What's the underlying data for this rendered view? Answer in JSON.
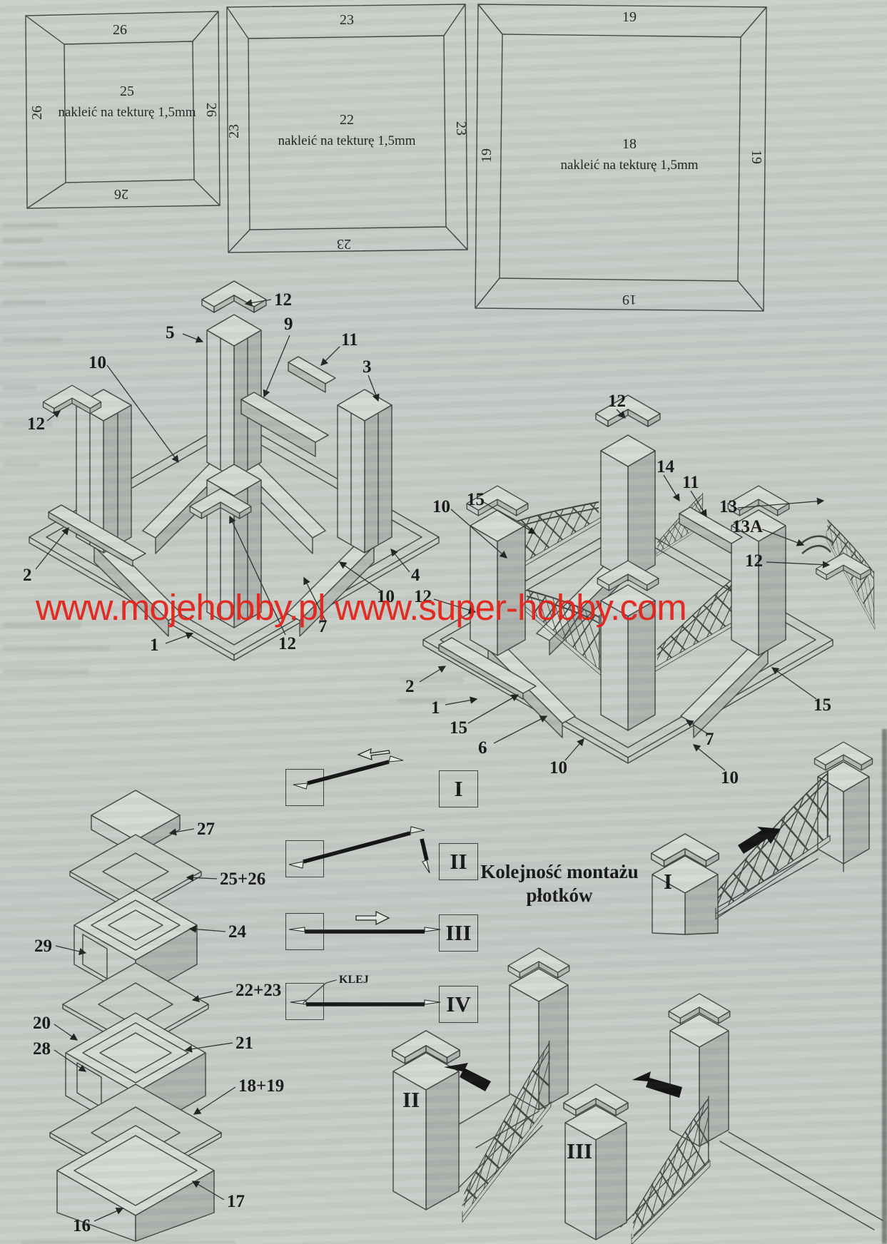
{
  "watermark": {
    "text": "www.mojehobby.pl www.super-hobby.com",
    "color": "#e2241a"
  },
  "frames": {
    "note": "nakleić na tekturę 1,5mm",
    "items": [
      {
        "part": "25",
        "side": "26"
      },
      {
        "part": "22",
        "side": "23"
      },
      {
        "part": "18",
        "side": "19"
      }
    ]
  },
  "posts_diagram": {
    "labels": [
      "12",
      "5",
      "9",
      "11",
      "3",
      "10",
      "12",
      "2",
      "1",
      "12",
      "7",
      "4",
      "10"
    ]
  },
  "fence_diagram": {
    "labels": [
      "12",
      "14",
      "11",
      "13",
      "13A",
      "12",
      "10",
      "15",
      "12",
      "2",
      "1",
      "15",
      "6",
      "10",
      "10",
      "7",
      "15"
    ]
  },
  "pin_legend": {
    "rows": [
      "I",
      "II",
      "III",
      "IV"
    ],
    "glue_label": "KLEJ"
  },
  "assembly_order": {
    "title_line1": "Kolejność montażu",
    "title_line2": "płotków",
    "steps": [
      "I",
      "II",
      "III"
    ]
  },
  "exploded_stack": {
    "labels": [
      "27",
      "25+26",
      "24",
      "29",
      "22+23",
      "20",
      "21",
      "28",
      "18+19",
      "17",
      "16"
    ]
  }
}
